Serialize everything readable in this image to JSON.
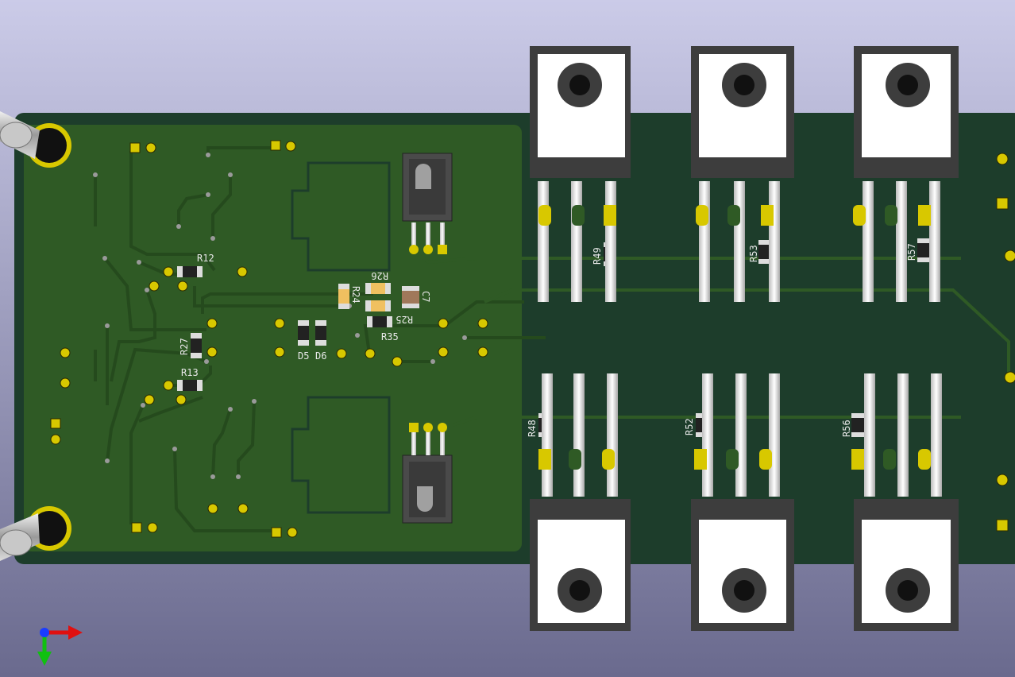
{
  "colors": {
    "bg_top": "#c9c9e6",
    "bg_bottom": "#6d6d90",
    "board": "#1d3d2b",
    "copper_pour": "#2f5a25",
    "pad_gold": "#d8c800",
    "package_dark": "#3d3d3d",
    "tab_white": "#ffffff",
    "silk": "#e8e8e8"
  },
  "refs": {
    "r12": "R12",
    "r13": "R13",
    "r24": "R24",
    "r25": "R25",
    "r26": "R26",
    "r27": "R27",
    "r35": "R35",
    "c7": "C7",
    "d5": "D5",
    "d6": "D6",
    "r48": "R48",
    "r49": "R49",
    "r52": "R52",
    "r53": "R53",
    "r56": "R56",
    "r57": "R57"
  },
  "axis_icon": [
    "axis-x-red",
    "axis-y-green",
    "axis-z-blue"
  ]
}
